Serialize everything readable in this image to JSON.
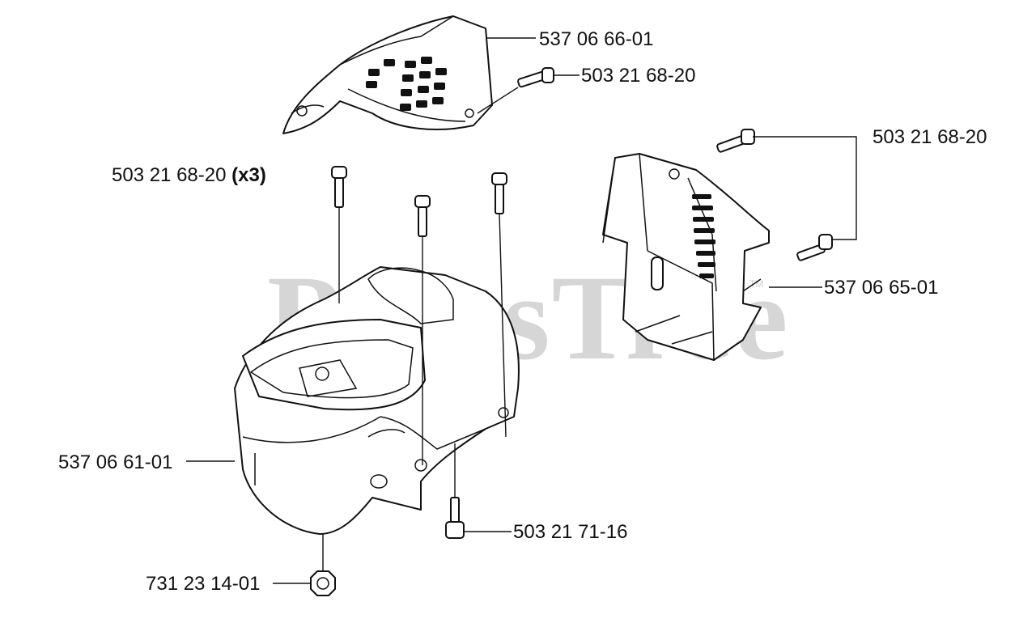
{
  "watermark": {
    "brand": "PartsTree",
    "tm": "TM"
  },
  "parts": [
    {
      "id": "cylinder-cover-top",
      "number": "537 06 66-01"
    },
    {
      "id": "screw-top",
      "number": "503 21 68-20"
    },
    {
      "id": "screw-right",
      "number": "503 21 68-20"
    },
    {
      "id": "screws-x3",
      "number": "503 21 68-20",
      "qty": "(x3)"
    },
    {
      "id": "muffler-cover",
      "number": "537 06 65-01"
    },
    {
      "id": "cylinder-cover",
      "number": "537 06 61-01"
    },
    {
      "id": "screw-bottom",
      "number": "503 21 71-16"
    },
    {
      "id": "nut",
      "number": "731 23 14-01"
    }
  ]
}
